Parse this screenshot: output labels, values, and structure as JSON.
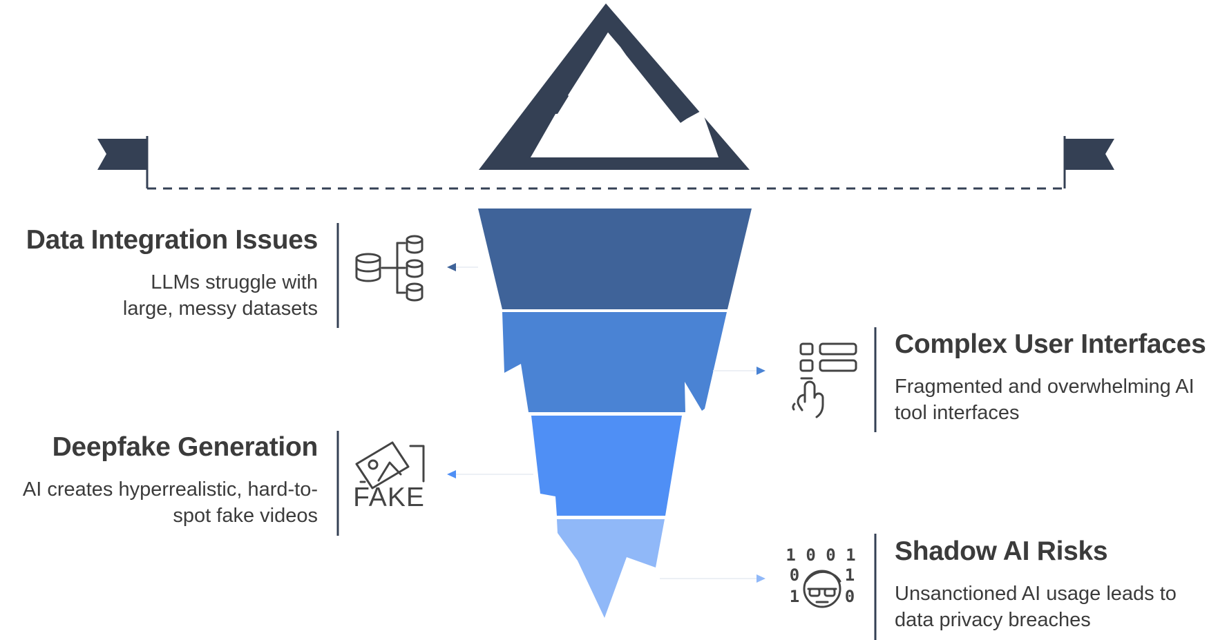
{
  "diagram": {
    "type": "iceberg",
    "colors": {
      "ink": "#344054",
      "layer1": "#3f6399",
      "layer2": "#4a83d4",
      "layer3": "#4f8ff5",
      "layer4": "#90b8f8",
      "text": "#3b3b3b"
    },
    "decorations": [
      "mountain-peak-icon",
      "left-flag-icon",
      "right-flag-icon",
      "waterline"
    ],
    "layers": [
      {
        "id": "data-integration",
        "side": "left",
        "title": "Data Integration Issues",
        "description": "LLMs struggle with large, messy datasets",
        "icon": "database-network-icon"
      },
      {
        "id": "complex-ui",
        "side": "right",
        "title": "Complex User Interfaces",
        "description": "Fragmented and overwhelming AI tool interfaces",
        "icon": "touch-interface-icon"
      },
      {
        "id": "deepfake",
        "side": "left",
        "title": "Deepfake Generation",
        "description": "AI creates hyperrealistic, hard-to-spot fake videos",
        "icon": "fake-image-icon",
        "icon_text": "FAKE"
      },
      {
        "id": "shadow-ai",
        "side": "right",
        "title": "Shadow AI Risks",
        "description": "Unsanctioned AI usage leads to data privacy breaches",
        "icon": "binary-hacker-icon",
        "icon_text": [
          "1 0 0 1",
          "0",
          "1",
          "1",
          "0"
        ]
      }
    ]
  }
}
